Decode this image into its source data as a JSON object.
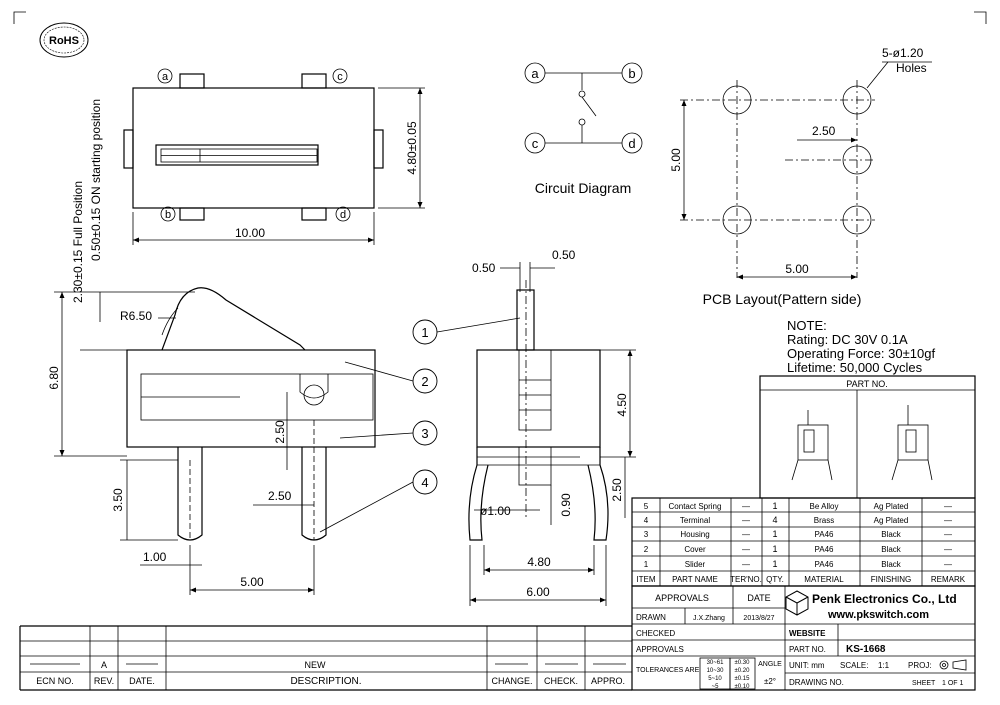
{
  "rohs": "RoHS",
  "pins": {
    "a": "a",
    "b": "b",
    "c": "c",
    "d": "d"
  },
  "dims": {
    "width_10": "10.00",
    "height_480": "4.80±0.05",
    "full_position": "2.30±0.15 Full Position",
    "on_start": "0.50±0.15 ON starting position",
    "r650": "R6.50",
    "h680": "6.80",
    "h250": "2.50",
    "h350": "3.50",
    "w250": "2.50",
    "w100": "1.00",
    "w500": "5.00",
    "d050a": "0.50",
    "d050b": "0.50",
    "h450": "4.50",
    "h250b": "2.50",
    "dia100": "ø1.00",
    "d090": "0.90",
    "w480": "4.80",
    "w600": "6.00"
  },
  "circuit_title": "Circuit Diagram",
  "pcb": {
    "holes": "5-ø1.20",
    "holes2": "Holes",
    "d250": "2.50",
    "d500v": "5.00",
    "d500h": "5.00",
    "title": "PCB Layout(Pattern side)"
  },
  "callouts": [
    "1",
    "2",
    "3",
    "4"
  ],
  "note": {
    "title": "NOTE:",
    "rating": "Rating: DC 30V 0.1A",
    "force": "Operating Force: 30±10gf",
    "life": "Lifetime: 50,000 Cycles"
  },
  "partno_label": "PART NO.",
  "bom": {
    "rows": [
      {
        "item": "5",
        "name": "Contact Spring",
        "ter": "—",
        "qty": "1",
        "material": "Be Alloy",
        "finishing": "Ag Plated",
        "remark": "—"
      },
      {
        "item": "4",
        "name": "Terminal",
        "ter": "—",
        "qty": "4",
        "material": "Brass",
        "finishing": "Ag Plated",
        "remark": "—"
      },
      {
        "item": "3",
        "name": "Housing",
        "ter": "—",
        "qty": "1",
        "material": "PA46",
        "finishing": "Black",
        "remark": "—"
      },
      {
        "item": "2",
        "name": "Cover",
        "ter": "—",
        "qty": "1",
        "material": "PA46",
        "finishing": "Black",
        "remark": "—"
      },
      {
        "item": "1",
        "name": "Slider",
        "ter": "—",
        "qty": "1",
        "material": "PA46",
        "finishing": "Black",
        "remark": "—"
      }
    ],
    "headers": {
      "item": "ITEM",
      "name": "PART NAME",
      "ter": "TER'NO.",
      "qty": "QTY.",
      "material": "MATERIAL",
      "finishing": "FINISHING",
      "remark": "REMARK"
    }
  },
  "title_block": {
    "approvals": "APPROVALS",
    "date": "DATE",
    "drawn": "DRAWN",
    "drawn_by": "J.X.Zhang",
    "drawn_date": "2013/8/27",
    "checked": "CHECKED",
    "approvals2": "APPROVALS",
    "company": "Penk Electronics Co., Ltd",
    "website_url": "www.pkswitch.com",
    "website": "WEBSITE",
    "part_no": "PART NO.",
    "part_no_value": "KS-1668",
    "tolerances": "TOLERANCES ARE",
    "tol_ranges": [
      "30~61",
      "10~30",
      "5~10",
      "~5"
    ],
    "tol_values": [
      "±0.30",
      "±0.20",
      "±0.15",
      "±0.10"
    ],
    "angle": "ANGLE",
    "angle_val": "±2°",
    "unit": "UNIT: mm",
    "scale": "SCALE:",
    "scale_val": "1:1",
    "proj": "PROJ:",
    "drawing_no": "DRAWING NO.",
    "sheet": "SHEET",
    "sheet_val": "1 OF 1"
  },
  "revision": {
    "new": "NEW",
    "a": "A",
    "headers": {
      "ecn": "ECN NO.",
      "rev": "REV.",
      "date": "DATE.",
      "desc": "DESCRIPTION.",
      "change": "CHANGE.",
      "check": "CHECK.",
      "appro": "APPRO."
    }
  }
}
